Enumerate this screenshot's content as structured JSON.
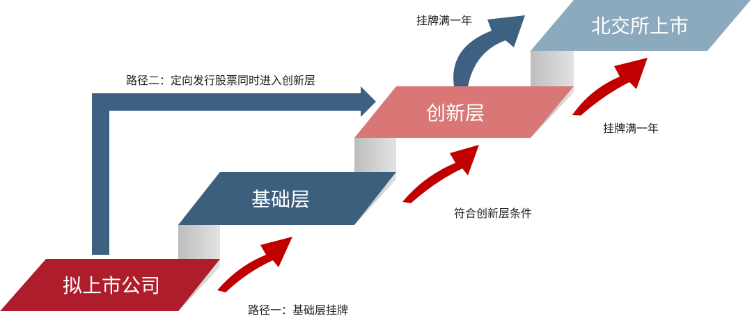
{
  "steps": {
    "pre_listing": "拟上市公司",
    "base_layer": "基础层",
    "innovation_layer": "创新层",
    "bse_listing": "北交所上市"
  },
  "annotations": {
    "path_one": "路径一：基础层挂牌",
    "path_two": "路径二：定向发行股票同时进入创新层",
    "meets_conditions": "符合创新层条件",
    "one_year_top": "挂牌满一年",
    "one_year_right": "挂牌满一年"
  },
  "colors": {
    "red_block": "#ad1d2b",
    "dark_blue_block": "#3c5f7e",
    "pink_block": "#d97777",
    "light_blue_block": "#8caabd",
    "gray_face": "#c8c8c8",
    "red_arrow": "#c00000",
    "blue_arrow": "#3e6181"
  }
}
